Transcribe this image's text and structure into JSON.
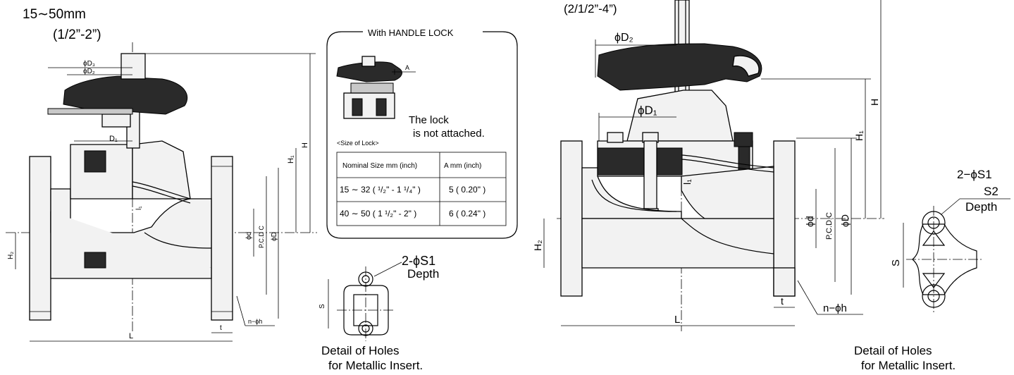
{
  "small_valve": {
    "size_mm": "15∼50mm",
    "size_inch": "(1/2”-2”)",
    "dims": {
      "D3": "ϕD₃",
      "D2": "ϕD₂",
      "D1": "D₁",
      "H": "H",
      "H1": "H₁",
      "H2": "H₂",
      "l1": "l₁",
      "d": "ϕd",
      "PCDC": "P.C.D C",
      "D": "ϕD",
      "t": "t",
      "nh": "n−ϕh",
      "L": "L"
    }
  },
  "handle_lock": {
    "title": "With HANDLE LOCK",
    "dim_a": "A",
    "note_line1": "The lock",
    "note_line2": "is not attached.",
    "size_caption": "<Size of Lock>",
    "table": {
      "headers": [
        "Nominal Size mm (inch)",
        "A mm (inch)"
      ],
      "rows": [
        [
          "15 ∼ 32 ( ¹/₂\" - 1 ¹/₄\" )",
          "5 ( 0.20\" )"
        ],
        [
          "40 ∼ 50 ( 1 ¹/₂\" - 2\" )",
          "6 ( 0.24\" )"
        ]
      ]
    }
  },
  "small_holes": {
    "label_s1": "2-ϕS1",
    "label_depth": "Depth",
    "label_s": "S",
    "caption_line1": "Detail of Holes",
    "caption_line2": "for Metallic Insert."
  },
  "large_valve": {
    "size_inch": "(2/1/2”-4”)",
    "dims": {
      "D2": "ϕD₂",
      "D1": "ϕD₁",
      "H": "H",
      "H1": "H₁",
      "H2": "H₂",
      "l1": "l₁",
      "d": "ϕd",
      "PCDC": "P.C.D.C",
      "D": "ϕD",
      "t": "t",
      "nh": "n−ϕh",
      "L": "L"
    }
  },
  "large_holes": {
    "label_s1": "2−ϕS1",
    "label_s2": "S2",
    "label_depth": "Depth",
    "label_s": "S",
    "caption_line1": "Detail of Holes",
    "caption_line2": "for Metallic Insert."
  }
}
